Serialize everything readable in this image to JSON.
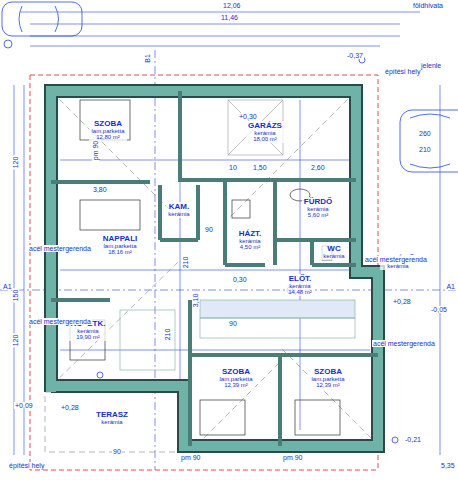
{
  "diagram": {
    "nodes": [
      {
        "text": [
          "SZOBA",
          "lam.parketta",
          "12,80 m²"
        ]
      },
      {
        "text": [
          "GARÁZS",
          "kerámia",
          "18,00 m²"
        ]
      },
      {
        "text": [
          "NAPPALI",
          "lam.parketta",
          "18,16 m²"
        ]
      },
      {
        "text": [
          "KAM.",
          "kerámia"
        ]
      },
      {
        "text": [
          "HÁZT.",
          "kerámia",
          "4,50 m²"
        ]
      },
      {
        "text": [
          "FÜRDŐ",
          "kerámia",
          "5,60 m²"
        ]
      },
      {
        "text": [
          "WC",
          "kerámia"
        ]
      },
      {
        "text": [
          "ELŐT.",
          "kerámia",
          "14,48 m²"
        ]
      },
      {
        "text": [
          "BELÉPŐ",
          "kerámia"
        ]
      },
      {
        "text": [
          "KO+ÉTK.",
          "kerámia",
          "19,90 m²"
        ]
      },
      {
        "text": [
          "SZOBA",
          "lam.parketta",
          "12,39 m²"
        ]
      },
      {
        "text": [
          "SZOBA",
          "lam.parketta",
          "12,39 m²"
        ]
      },
      {
        "text": [
          "TERASZ",
          "kerámia"
        ]
      }
    ],
    "labels": [
      "12,06",
      "11,46",
      "földhivata",
      "jelenle",
      "építési hely",
      "építési hely",
      "B1",
      "A1",
      "A1",
      "-0,37",
      "+0,30",
      "-0,05",
      "+0,28",
      "+0,09",
      "+0,28",
      "-0,21",
      "5,35",
      "pm 90",
      "pm 90",
      "pm 90",
      "120",
      "150",
      "210",
      "210",
      "120",
      "2,60",
      "1,50",
      "10",
      "0,30",
      "3,80",
      "3,10",
      "90",
      "90",
      "acél mestergerenda",
      "acél mestergerenda",
      "acél mestergerenda",
      "acél mestergerenda",
      "260",
      "210",
      "90"
    ]
  }
}
